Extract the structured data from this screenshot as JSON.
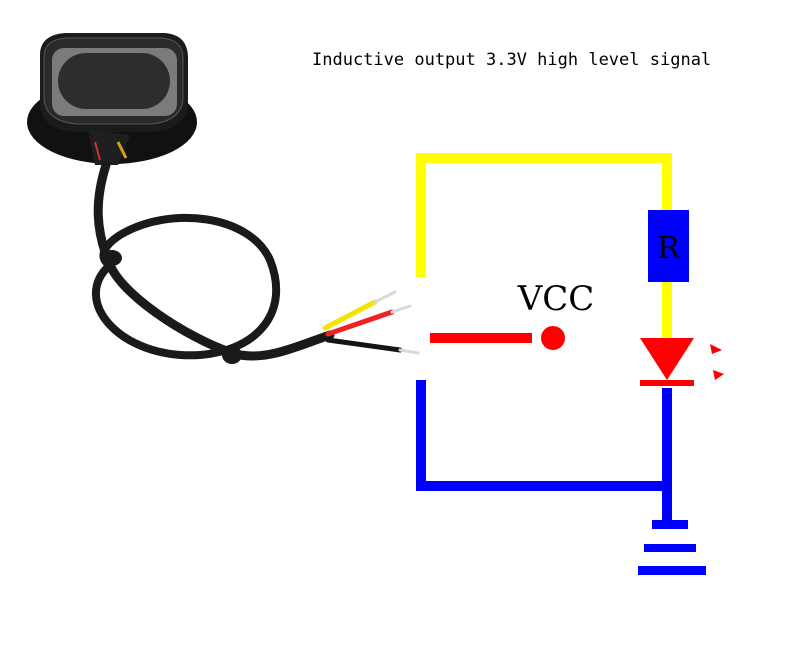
{
  "caption": "Inductive output 3.3V high level signal",
  "labels": {
    "resistor": "R",
    "vcc": "VCC"
  },
  "icons": {
    "sensor": "sensor-pad-icon",
    "led": "led-diode-icon",
    "ground": "ground-symbol-icon"
  },
  "colors": {
    "signal_wire": "#ffff00",
    "vcc_wire": "#ff0000",
    "ground_wire": "#0000ff",
    "resistor": "#0000ff",
    "led": "#ff0000",
    "cable": "#1a1a1a"
  }
}
